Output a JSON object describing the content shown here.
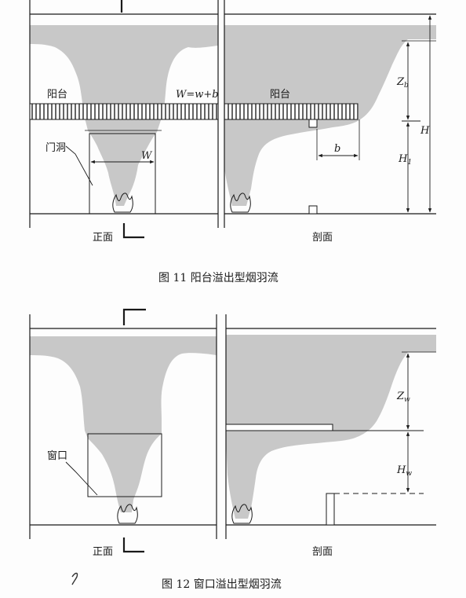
{
  "figure11": {
    "caption": "图 11   阳台溢出型烟羽流",
    "front_label": "正面",
    "section_label": "剖面",
    "balcony_front": "阳台",
    "balcony_section": "阳台",
    "door_label": "门洞",
    "width_formula": "W=w+b",
    "width_symbol": "W",
    "b_symbol": "b",
    "z_symbol": "Z",
    "z_sub": "b",
    "h_symbol": "H",
    "h1_symbol": "H",
    "h1_sub": "1"
  },
  "figure12": {
    "caption": "图 12   窗口溢出型烟羽流",
    "front_label": "正面",
    "section_label": "剖面",
    "window_label": "窗口",
    "z_symbol": "Z",
    "z_sub": "w",
    "h_symbol": "H",
    "h_sub": "w"
  },
  "colors": {
    "smoke": "#c8c8c8",
    "line": "#1a1a1a"
  }
}
